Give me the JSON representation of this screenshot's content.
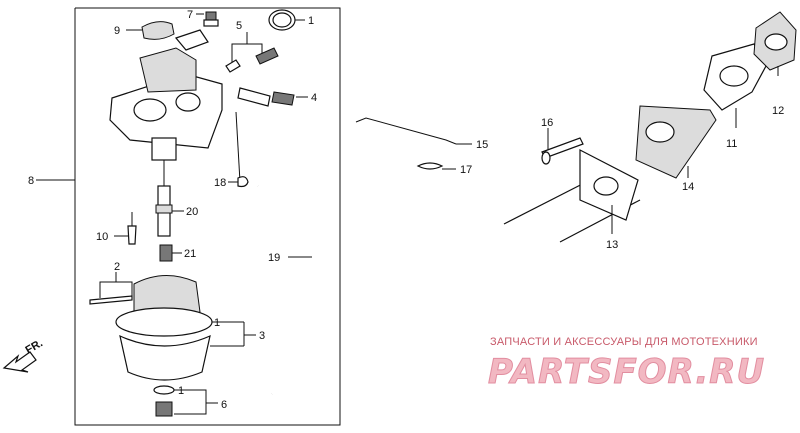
{
  "diagram": {
    "callouts": [
      {
        "id": "c1a",
        "text": "1"
      },
      {
        "id": "c2",
        "text": "2"
      },
      {
        "id": "c3",
        "text": "3"
      },
      {
        "id": "c4",
        "text": "4"
      },
      {
        "id": "c5",
        "text": "5"
      },
      {
        "id": "c6",
        "text": "6"
      },
      {
        "id": "c7",
        "text": "7"
      },
      {
        "id": "c8",
        "text": "8"
      },
      {
        "id": "c9",
        "text": "9"
      },
      {
        "id": "c10",
        "text": "10"
      },
      {
        "id": "c11",
        "text": "11"
      },
      {
        "id": "c12",
        "text": "12"
      },
      {
        "id": "c13",
        "text": "13"
      },
      {
        "id": "c14",
        "text": "14"
      },
      {
        "id": "c15",
        "text": "15"
      },
      {
        "id": "c16",
        "text": "16"
      },
      {
        "id": "c17",
        "text": "17"
      },
      {
        "id": "c18",
        "text": "18"
      },
      {
        "id": "c19",
        "text": "19"
      },
      {
        "id": "c20",
        "text": "20"
      },
      {
        "id": "c21",
        "text": "21"
      },
      {
        "id": "c1b",
        "text": "1"
      },
      {
        "id": "c1c",
        "text": "1"
      }
    ],
    "front_arrow_label": "FR."
  },
  "watermark": {
    "caption": "ЗАПЧАСТИ И АКСЕССУАРЫ ДЛЯ МОТОТЕХНИКИ",
    "logo": "PARTSFOR.RU"
  }
}
